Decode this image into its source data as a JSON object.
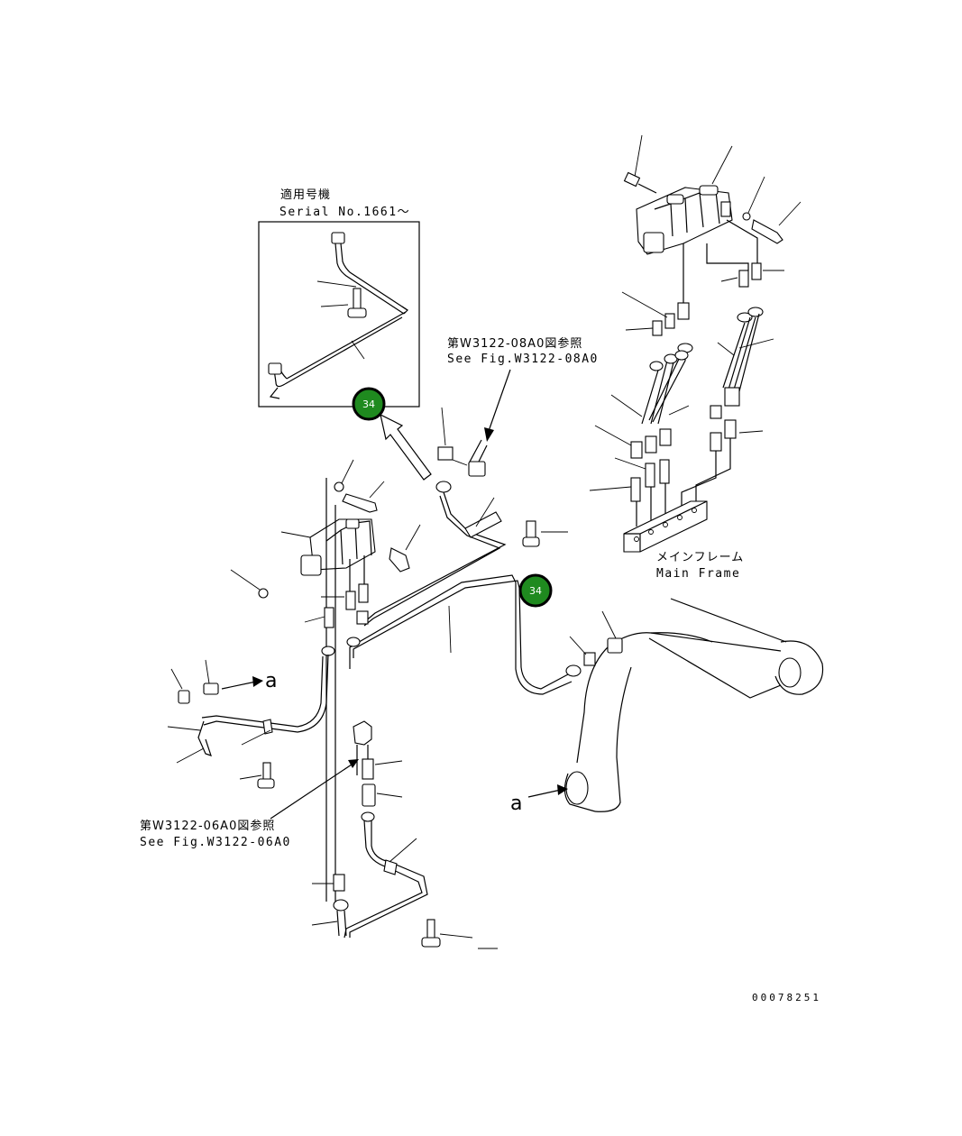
{
  "inset": {
    "title_jp": "適用号機",
    "title_en": "Serial No.1661～"
  },
  "references": {
    "top_jp": "第W3122-08A0図参照",
    "top_en": "See Fig.W3122-08A0",
    "bottom_jp": "第W3122-06A0図参照",
    "bottom_en": "See Fig.W3122-06A0"
  },
  "frame_label": {
    "jp": "メインフレーム",
    "en": "Main Frame"
  },
  "callouts": [
    {
      "number": "34",
      "color": "#1f8a1f"
    },
    {
      "number": "34",
      "color": "#1f8a1f"
    }
  ],
  "view_letters": {
    "left": "a",
    "right": "a"
  },
  "drawing_code": "00078251"
}
